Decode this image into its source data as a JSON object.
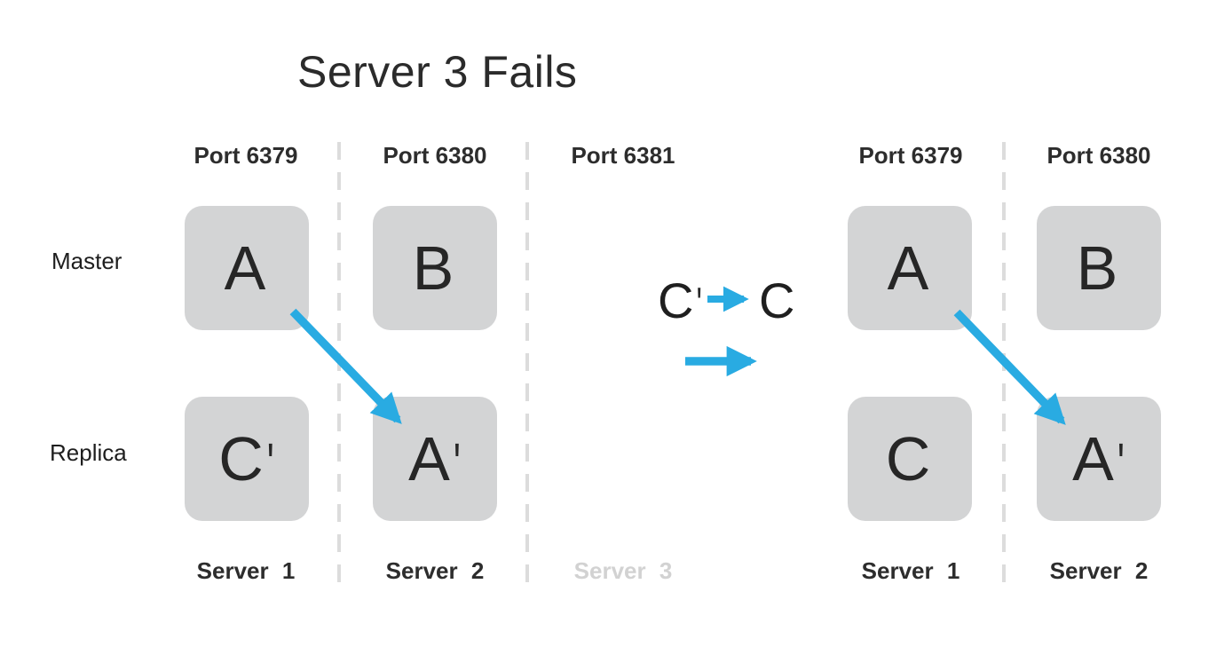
{
  "title": "Server 3 Fails",
  "row_labels": {
    "master": "Master",
    "replica": "Replica"
  },
  "columns": {
    "left1": {
      "port": "Port 6379",
      "server": "Server 1"
    },
    "left2": {
      "port": "Port 6380",
      "server": "Server 2"
    },
    "failed": {
      "port": "Port 6381",
      "server": "Server 3"
    },
    "right1": {
      "port": "Port 6379",
      "server": "Server 1"
    },
    "right2": {
      "port": "Port 6380",
      "server": "Server 2"
    }
  },
  "shards": {
    "left": {
      "s1_master": {
        "letter": "A",
        "prime": ""
      },
      "s2_master": {
        "letter": "B",
        "prime": ""
      },
      "s1_replica": {
        "letter": "C",
        "prime": "'"
      },
      "s2_replica": {
        "letter": "A",
        "prime": "'"
      }
    },
    "right": {
      "s1_master": {
        "letter": "A",
        "prime": ""
      },
      "s2_master": {
        "letter": "B",
        "prime": ""
      },
      "s1_replica": {
        "letter": "C",
        "prime": ""
      },
      "s2_replica": {
        "letter": "A",
        "prime": "'"
      }
    }
  },
  "promotion": {
    "from_letter": "C",
    "from_prime": "'",
    "to_letter": "C"
  },
  "colors": {
    "accent_blue": "#29abe2",
    "box_gray": "#d3d4d5",
    "dash_gray": "#dcdcdc",
    "text_dark": "#2b2b2b",
    "faded_text": "#d2d2d2"
  }
}
